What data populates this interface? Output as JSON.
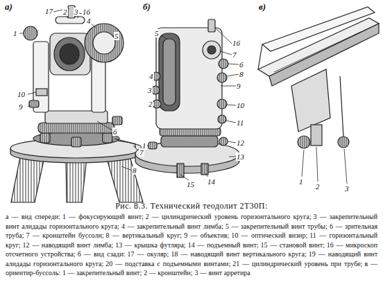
{
  "diagram": {
    "caption": "Рис. 8.3. Технический теодолит 2Т30П:",
    "labels": [
      "а)",
      "17",
      "2",
      "3",
      "16",
      "4",
      "1",
      "5",
      "10",
      "9",
      "6",
      "7",
      "8",
      "б)",
      "5",
      "16",
      "7",
      "6",
      "8",
      "9",
      "10",
      "11",
      "12",
      "13",
      "4",
      "3",
      "2",
      "1",
      "15",
      "14",
      "в)",
      "1",
      "2",
      "3",
      "а — вид спереди:",
      "1 — фокусирующий винт;",
      "2 — цилиндрический уровень горизонтального круга;",
      "3 — закрепительный винт алидады горизонтального круга;",
      "4 — закрепительный винт лимба;",
      "5 — закрепительный винт трубы;",
      "6 — зрительная труба;",
      "7 — кронштейн буссоли;",
      "8 — вертикальный круг;",
      "9 — объектив;",
      "10 — оптический визир;",
      "11 — горизонтальный круг;",
      "12 — наводящий винт лимба;",
      "13 — крышка футляра;",
      "14 — подъемный винт;",
      "15 — становой винт;",
      "16 — микроскоп отсчетного устройства;",
      "б — вид сзади:",
      "17 — окуляр;",
      "18 — наводящий винт вертикального круга;",
      "19 — наводящий винт алидады горизонтального круга;",
      "20 — подставка с подъемными винтами;",
      "21 — цилиндрический уровень при трубе;",
      "в — ориентир-буссоль:",
      "1 — закрепительный винт;",
      "2 — кронштейн;",
      "3 — винт арретира"
    ]
  }
}
